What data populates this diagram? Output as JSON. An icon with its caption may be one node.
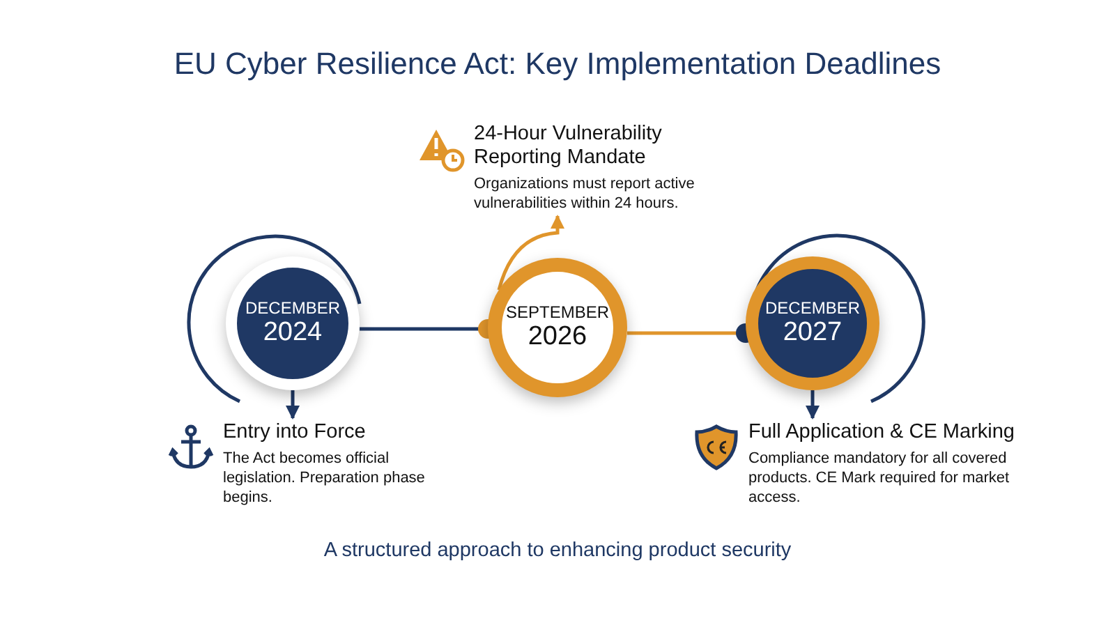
{
  "diagram": {
    "title": "EU Cyber Resilience Act: Key Implementation Deadlines",
    "caption": "A structured approach to enhancing product security",
    "nodes": [
      {
        "text": [
          "DECEMBER",
          "2024"
        ]
      },
      {
        "text": [
          "SEPTEMBER",
          "2026"
        ]
      },
      {
        "text": [
          "DECEMBER",
          "2027"
        ]
      },
      {
        "text": [
          "Entry into Force",
          "The Act becomes official legislation. Preparation phase begins."
        ]
      },
      {
        "text": [
          "24-Hour Vulnerability Reporting Mandate",
          "Organizations must report active vulnerabilities within 24 hours."
        ]
      },
      {
        "text": [
          "Full Application & CE Marking",
          "Compliance mandatory for all covered products. CE Mark required for market access."
        ]
      }
    ],
    "edges": [
      {
        "from": 0,
        "to": 1,
        "arrow": "other"
      },
      {
        "from": 1,
        "to": 2,
        "arrow": "other",
        "color": "#e0952b"
      },
      {
        "from": 0,
        "to": 3,
        "arrow": "to"
      },
      {
        "from": 1,
        "to": 4,
        "arrow": "to",
        "color": "#e0952b"
      },
      {
        "from": 2,
        "to": 5,
        "arrow": "to"
      }
    ]
  }
}
